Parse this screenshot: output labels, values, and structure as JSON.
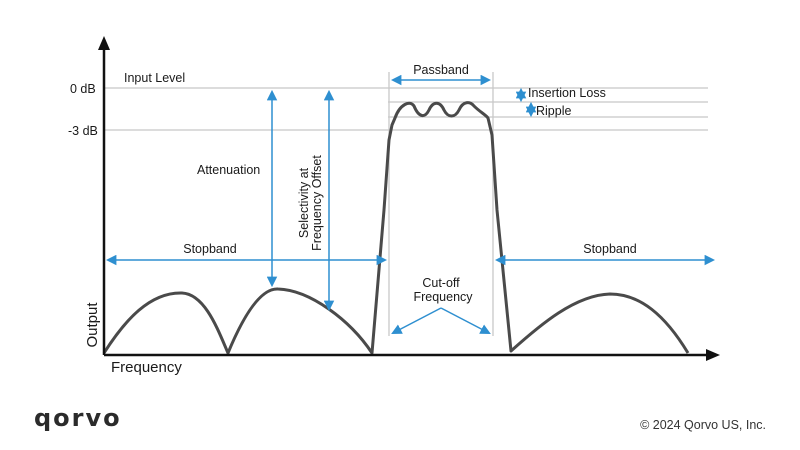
{
  "labels": {
    "input_level": "Input Level",
    "zero_db": "0 dB",
    "minus3_db": "-3 dB",
    "passband": "Passband",
    "insertion_loss": "Insertion Loss",
    "ripple": "Ripple",
    "attenuation": "Attenuation",
    "selectivity_1": "Selectivity at",
    "selectivity_2": "Frequency Offset",
    "stopband_left": "Stopband",
    "stopband_right": "Stopband",
    "cutoff_1": "Cut-off",
    "cutoff_2": "Frequency",
    "y_axis": "Output",
    "x_axis": "Frequency"
  },
  "footer": {
    "logo": "qorvo",
    "copyright": "© 2024 Qorvo US, Inc."
  },
  "colors": {
    "response": "#4a4a4a",
    "arrows": "#2e8fd0",
    "guides": "#c8c8c8",
    "axes": "#111111"
  }
}
